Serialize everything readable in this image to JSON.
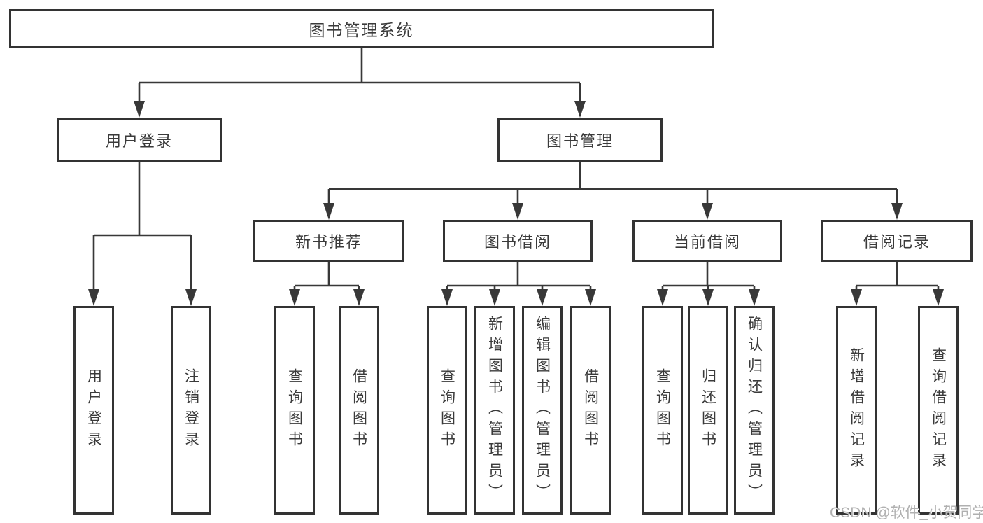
{
  "diagram": {
    "type": "function-structure-tree",
    "colors": {
      "line": "#383838",
      "box_border": "#333333",
      "text": "#3a3a3a",
      "background": "#ffffff",
      "watermark": "#b0b0b0"
    },
    "nodes": {
      "root": {
        "label": "图书管理系统"
      },
      "user_login": {
        "label": "用户登录",
        "children": [
          {
            "label": "用户登录"
          },
          {
            "label": "注销登录"
          }
        ]
      },
      "book_management": {
        "label": "图书管理"
      },
      "groups": [
        {
          "label": "新书推荐",
          "children": [
            {
              "label": "查询图书"
            },
            {
              "label": "借阅图书"
            }
          ]
        },
        {
          "label": "图书借阅",
          "children": [
            {
              "label": "查询图书"
            },
            {
              "label": "新增图书（管理员）"
            },
            {
              "label": "编辑图书（管理员）"
            },
            {
              "label": "借阅图书"
            }
          ]
        },
        {
          "label": "当前借阅",
          "children": [
            {
              "label": "查询图书"
            },
            {
              "label": "归还图书"
            },
            {
              "label": "确认归还（管理员）"
            }
          ]
        },
        {
          "label": "借阅记录",
          "children": [
            {
              "label": "新增借阅记录"
            },
            {
              "label": "查询借阅记录"
            }
          ]
        }
      ]
    },
    "watermark": "CSDN @软件_小贺同学"
  }
}
